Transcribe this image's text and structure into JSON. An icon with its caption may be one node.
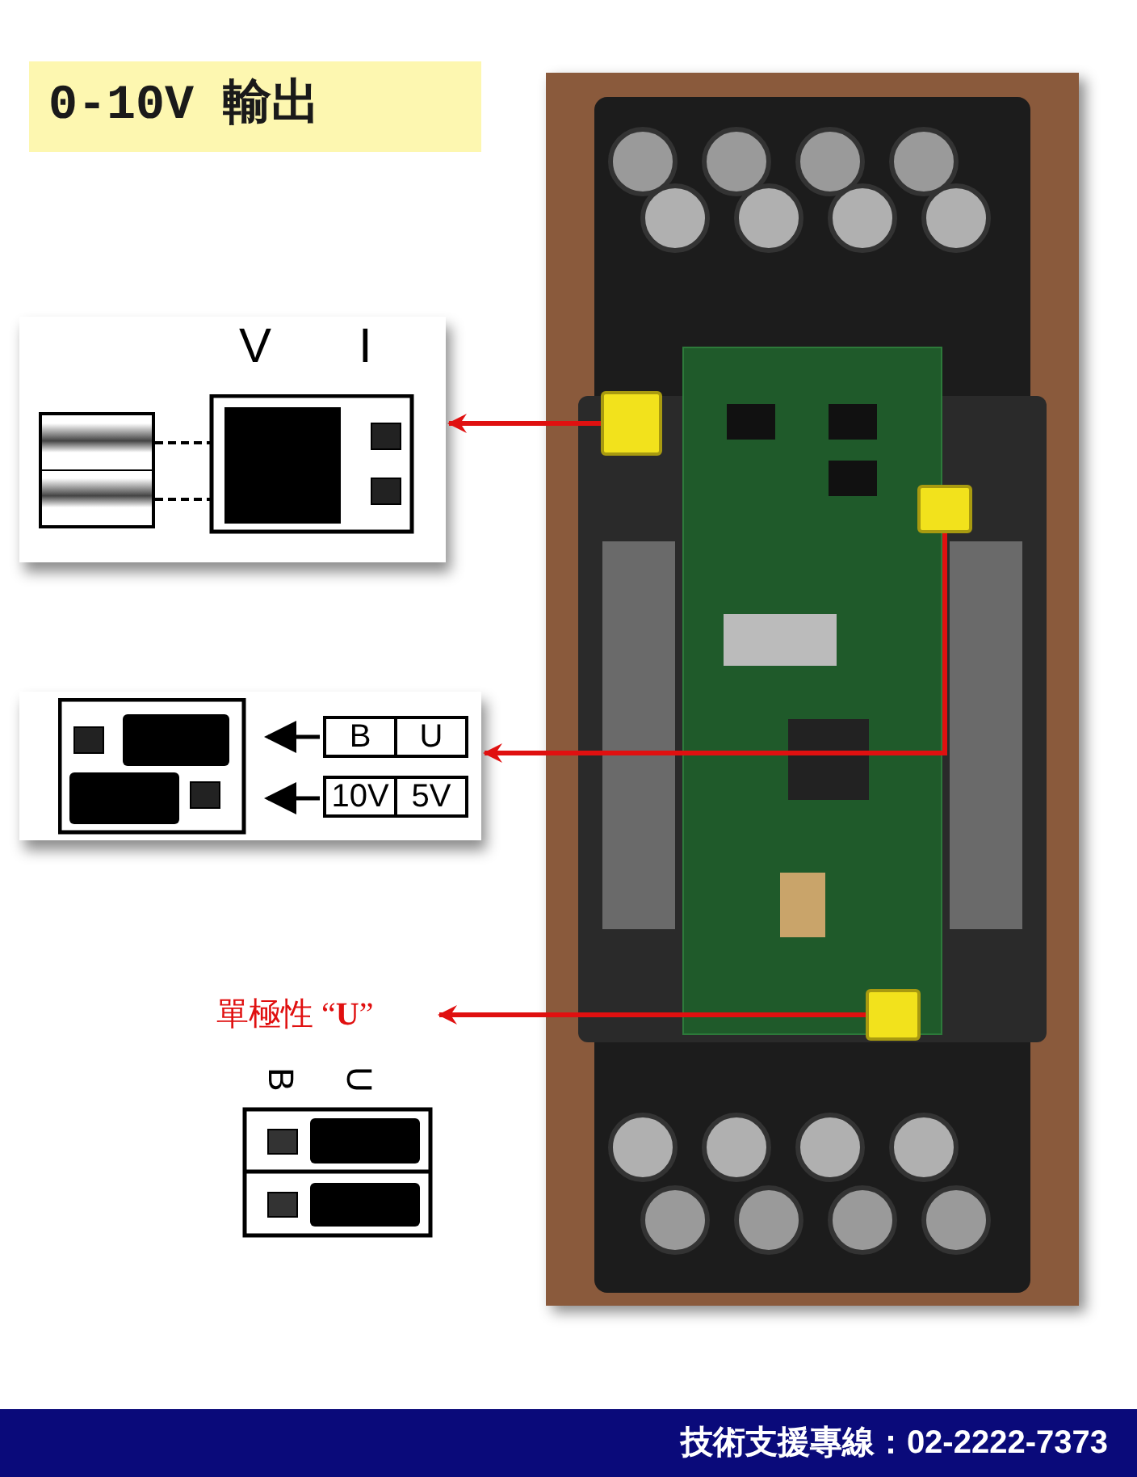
{
  "diagram": {
    "title": "0-10V 輸出",
    "nodes": [
      {
        "text": [
          "V",
          "I"
        ]
      },
      {
        "text": [
          "B",
          "U",
          "10V",
          "5V"
        ]
      },
      {
        "text": [
          "單極性 “**U**”"
        ]
      },
      {
        "text": [
          "B",
          "U"
        ]
      },
      {
        "text": [],
        "shape": "picture"
      },
      {
        "text": [],
        "shape": "box",
        "in": 4
      },
      {
        "text": [],
        "shape": "box",
        "in": 4
      },
      {
        "text": [],
        "shape": "box",
        "in": 4
      }
    ],
    "edges": [
      {
        "from": 5,
        "to": 0,
        "arrow": "to",
        "color": "#e01010"
      },
      {
        "from": 6,
        "to": 1,
        "arrow": "to",
        "color": "#e01010"
      },
      {
        "from": 7,
        "to": 2,
        "arrow": "to",
        "color": "#e01010"
      }
    ],
    "labels": [
      "技術支援專線：02-2222-7373"
    ]
  }
}
